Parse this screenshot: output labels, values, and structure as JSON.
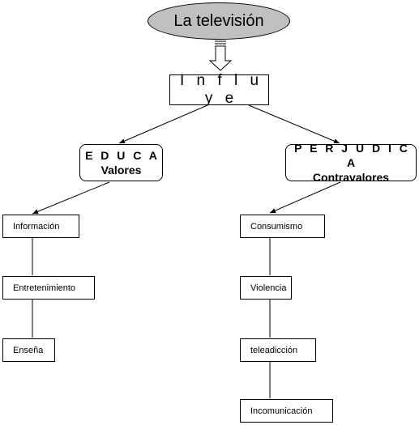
{
  "root": {
    "label": "La televisión"
  },
  "verb": {
    "label": "I n f l u y e"
  },
  "left_branch": {
    "title": "E D U C A",
    "subtitle": "Valores",
    "items": [
      "Información",
      "Entretenimiento",
      "Enseña"
    ]
  },
  "right_branch": {
    "title": "P E R J U D I C A",
    "subtitle": "Contravalores",
    "items": [
      "Consumismo",
      "Violencia",
      "teleadicción",
      "Incomunicación"
    ]
  },
  "colors": {
    "ellipse_fill": "#c0c0c0",
    "stroke": "#000000"
  }
}
